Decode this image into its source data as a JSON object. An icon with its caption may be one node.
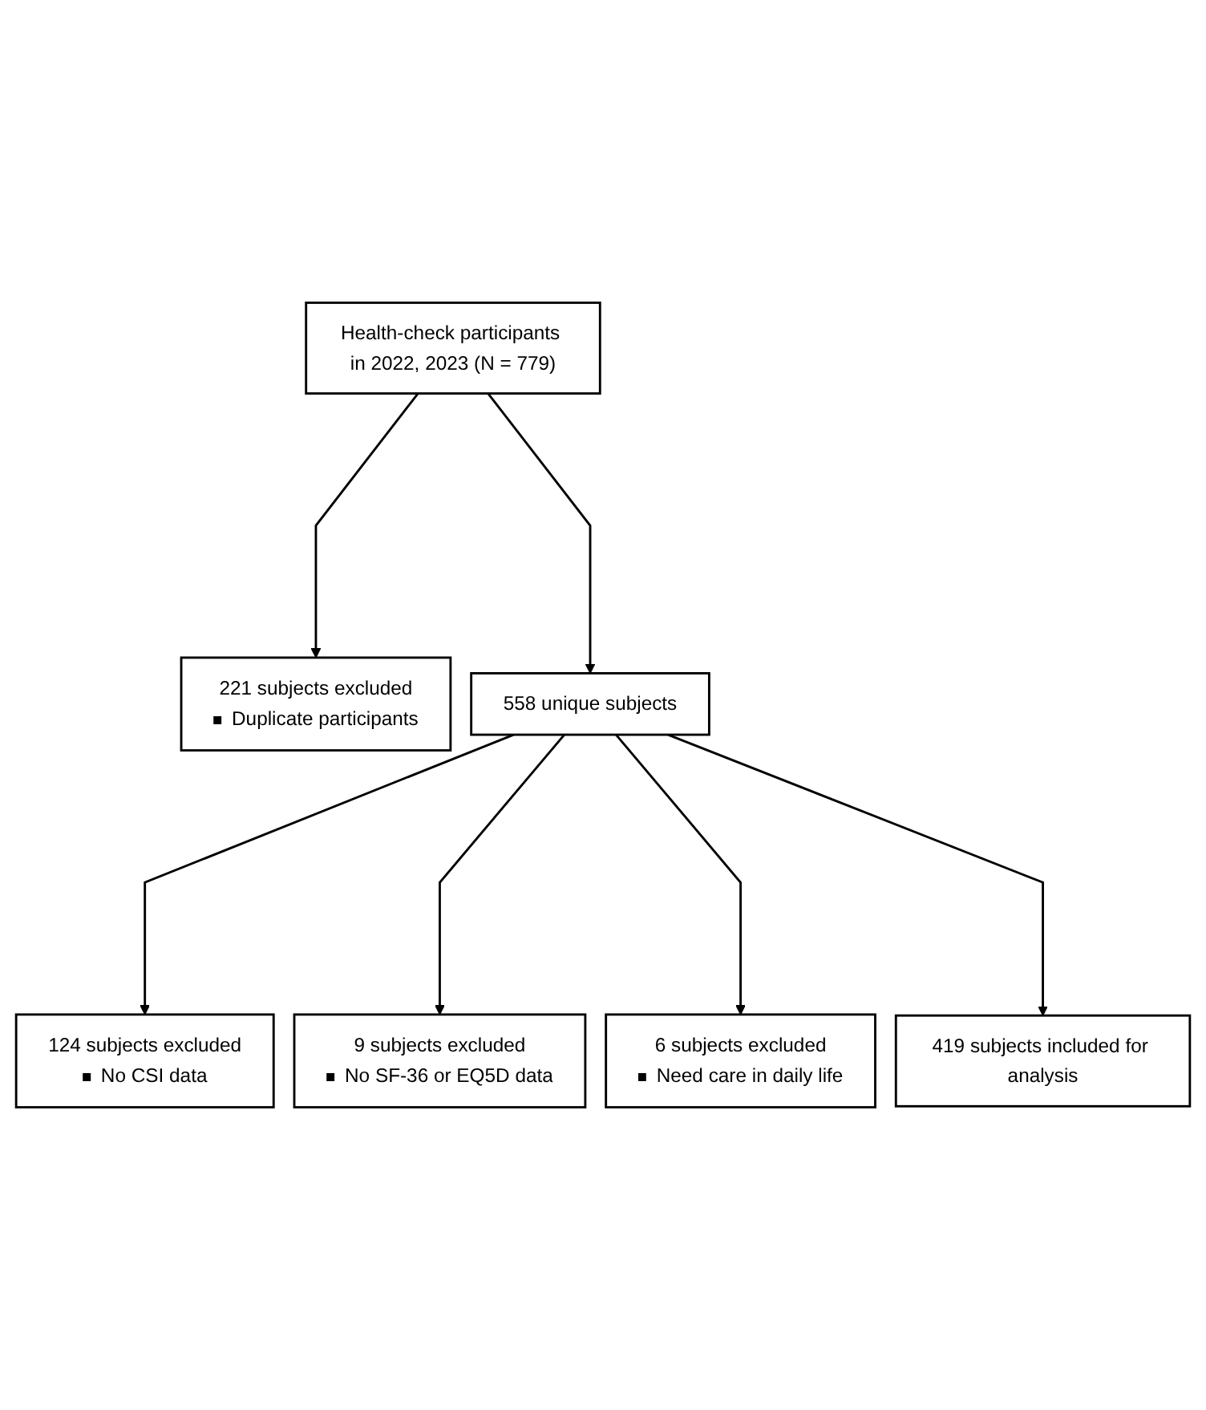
{
  "diagram": {
    "nodes": [
      {
        "text": [
          "Health-check participants in 2022, 2023 (N = 779)"
        ]
      },
      {
        "text": [
          "221 subjects excluded",
          "Duplicate participants"
        ]
      },
      {
        "text": [
          "558 unique subjects"
        ]
      },
      {
        "text": [
          "124 subjects excluded",
          "No CSI data"
        ]
      },
      {
        "text": [
          "9 subjects excluded",
          "No SF-36 or EQ5D data"
        ]
      },
      {
        "text": [
          "6 subjects excluded",
          "Need care in daily life"
        ]
      },
      {
        "text": [
          "419 subjects included for analysis"
        ]
      }
    ],
    "edges": [
      {
        "from": 0,
        "to": 1,
        "arrow": "to"
      },
      {
        "from": 0,
        "to": 2,
        "arrow": "to"
      },
      {
        "from": 2,
        "to": 3,
        "arrow": "to"
      },
      {
        "from": 2,
        "to": 4,
        "arrow": "to"
      },
      {
        "from": 2,
        "to": 5,
        "arrow": "to"
      },
      {
        "from": 2,
        "to": 6,
        "arrow": "to"
      }
    ]
  }
}
